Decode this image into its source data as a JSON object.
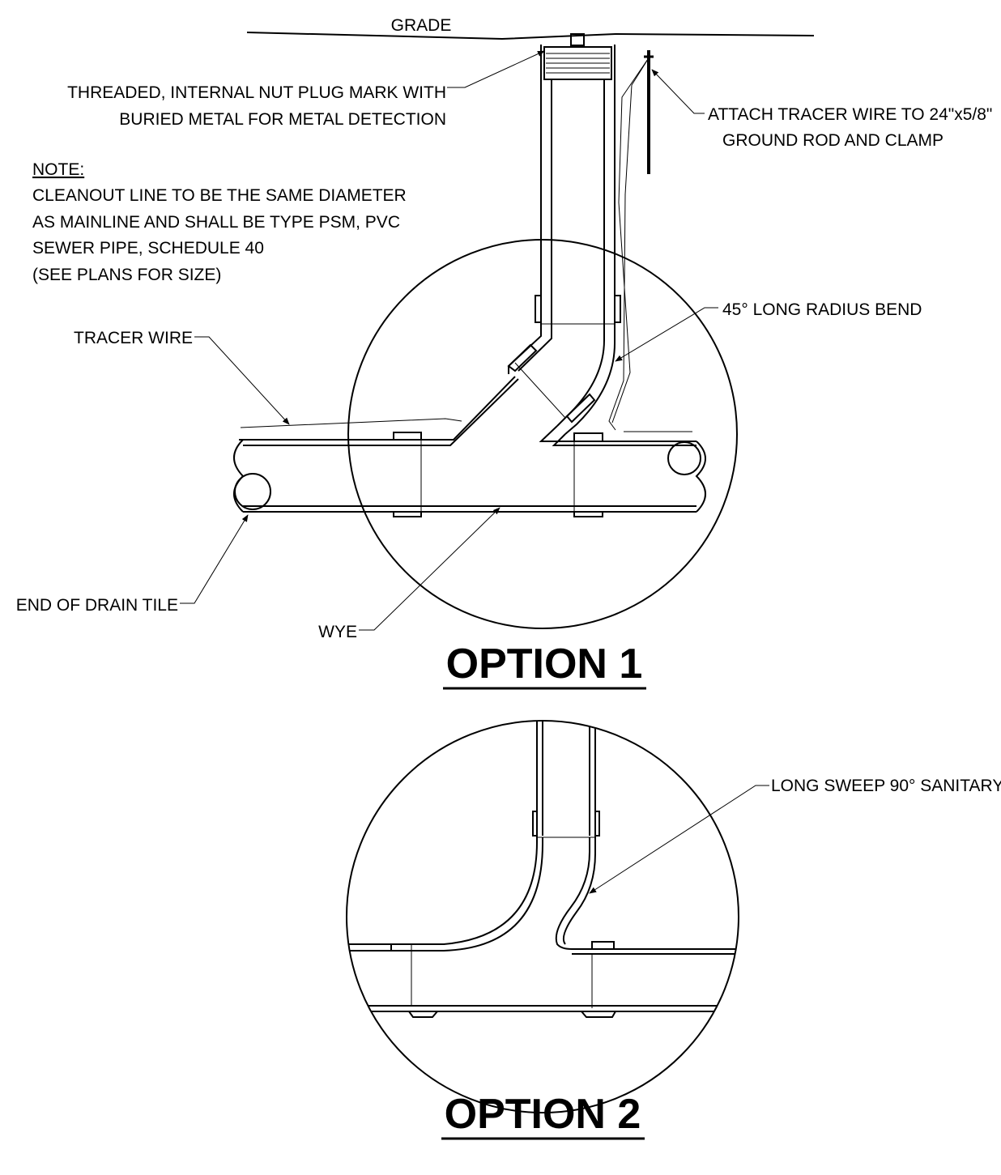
{
  "grade_label": "GRADE",
  "plug_label_line1": "THREADED, INTERNAL NUT PLUG MARK WITH",
  "plug_label_line2": "BURIED METAL FOR METAL DETECTION",
  "tracer_attach_line1": "ATTACH TRACER WIRE TO 24\"x5/8\"",
  "tracer_attach_line2": "GROUND ROD AND CLAMP",
  "note_heading": "NOTE:",
  "note_lines": [
    "CLEANOUT LINE TO BE THE SAME DIAMETER",
    "AS MAINLINE AND SHALL BE TYPE PSM, PVC",
    "SEWER PIPE, SCHEDULE 40",
    "(SEE PLANS FOR SIZE)"
  ],
  "bend_label": "45° LONG RADIUS BEND",
  "tracer_wire_label": "TRACER WIRE",
  "drain_tile_label": "END OF DRAIN TILE",
  "wye_label": "WYE",
  "option1_title": "OPTION 1",
  "sweep_label": "LONG SWEEP 90° SANITARY",
  "option2_title": "OPTION 2"
}
